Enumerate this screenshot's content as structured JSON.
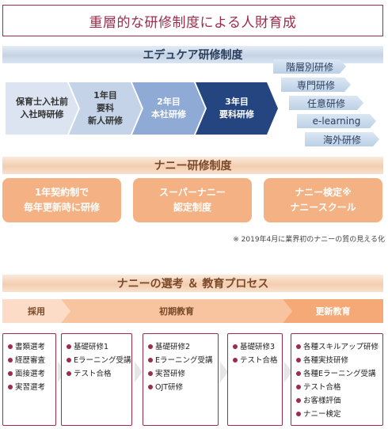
{
  "title": "重層的な研修制度による人財育成",
  "education": {
    "bar_label": "エデュケア研修制度",
    "steps": [
      {
        "line1": "保育士入社前",
        "line2": "入社時研修",
        "line3": ""
      },
      {
        "line1": "1年目",
        "line2": "要科",
        "line3": "新人研修"
      },
      {
        "line1": "2年目",
        "line2": "本社研修",
        "line3": ""
      },
      {
        "line1": "3年目",
        "line2": "要科研修",
        "line3": ""
      }
    ],
    "tags": [
      "階層別研修",
      "専門研修",
      "任意研修",
      "e-learning",
      "海外研修"
    ]
  },
  "nanny": {
    "bar_label": "ナニー研修制度",
    "boxes": [
      {
        "line1": "1年契約制で",
        "line2": "毎年更新時に研修"
      },
      {
        "line1": "スーパーナニー",
        "line2": "認定制度"
      },
      {
        "line1": "ナニー検定※",
        "line2": "ナニースクール"
      }
    ],
    "note": "※ 2019年4月に業界初のナニーの質の見える化"
  },
  "process": {
    "bar_label": "ナニーの選考 ＆ 教育プロセス",
    "phases": [
      "採用",
      "初期教育",
      "更新教育"
    ],
    "lists": [
      [
        "書類選考",
        "経歴審査",
        "面接選考",
        "実習選考"
      ],
      [
        "基礎研修1",
        "Eラーニング受講",
        "テスト合格"
      ],
      [
        "基礎研修2",
        "Eラーニング受講",
        "実習研修",
        "OJT研修"
      ],
      [
        "基礎研修3",
        "テスト合格"
      ],
      [
        "各種スキルアップ研修",
        "各種実技研修",
        "各種Eラーニング受講",
        "テスト合格",
        "お客様評価",
        "ナニー検定"
      ]
    ]
  },
  "colors": {
    "accent": "#9b2c4a",
    "navy": "#24457f",
    "orange": "#f4b183"
  }
}
